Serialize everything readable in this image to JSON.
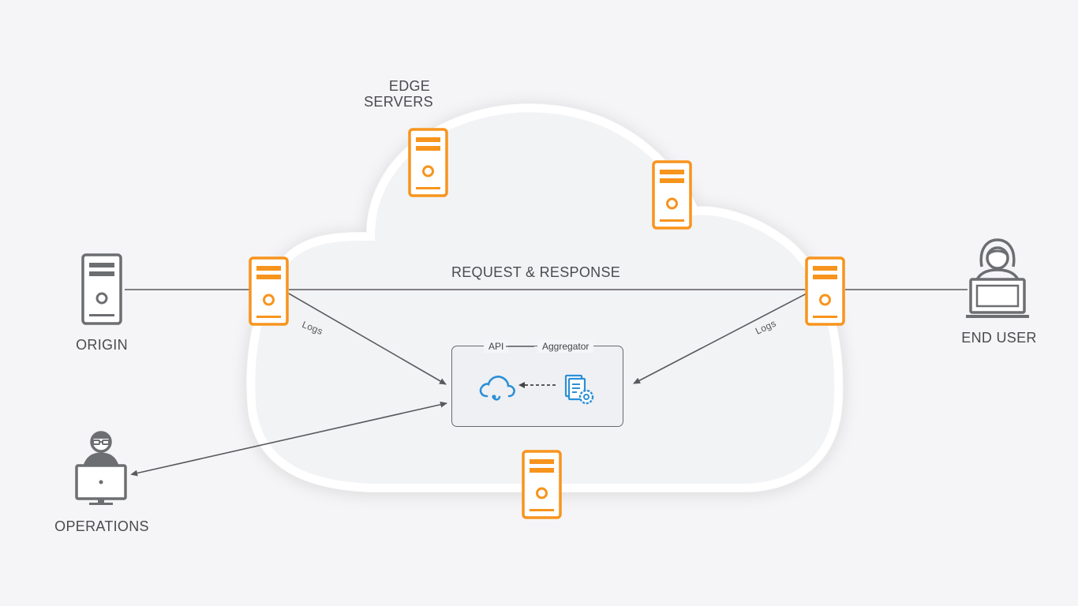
{
  "colors": {
    "background": "#f5f5f7",
    "edge_server": "#f7941d",
    "origin_server": "#6d6e71",
    "line": "#5a5a5e",
    "icon_blue": "#2b8fd6"
  },
  "labels": {
    "edge_servers_line1": "EDGE",
    "edge_servers_line2": "SERVERS",
    "request_response": "REQUEST & RESPONSE",
    "origin": "ORIGIN",
    "end_user": "END USER",
    "operations": "OPERATIONS",
    "logs_left": "Logs",
    "logs_right": "Logs",
    "aggregator_api": "API",
    "aggregator_name": "Aggregator"
  },
  "icons": {
    "origin": "origin-server-icon",
    "edge": "edge-server-icon",
    "end_user": "end-user-laptop-icon",
    "operations": "operations-monitor-icon",
    "cloud_api": "cloud-api-icon",
    "log_config": "log-settings-icon"
  }
}
